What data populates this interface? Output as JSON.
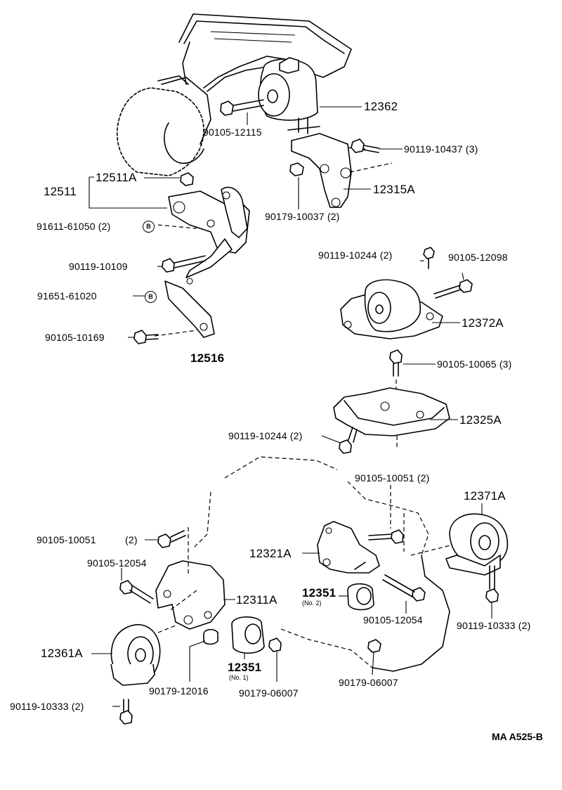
{
  "diagram_code": "MA A525-B",
  "bubble_letter": "B",
  "labels": {
    "p12362": "12362",
    "p90105_12115": "90105-12115",
    "p90119_10437": "90119-10437 (3)",
    "p12511A": "12511A",
    "p12511": "12511",
    "p12315A": "12315A",
    "p90179_10037": "90179-10037 (2)",
    "p91611_61050": "91611-61050 (2)",
    "p90119_10109": "90119-10109",
    "p90119_10244_top": "90119-10244 (2)",
    "p90105_12098": "90105-12098",
    "p91651_61020": "91651-61020",
    "p12372A": "12372A",
    "p90105_10169": "90105-10169",
    "p12516": "12516",
    "p90105_10065": "90105-10065 (3)",
    "p12325A": "12325A",
    "p90119_10244_mid": "90119-10244 (2)",
    "p90105_10051_right": "90105-10051 (2)",
    "p12371A": "12371A",
    "p90105_10051_left_num": "90105-10051",
    "p90105_10051_left_qty": "(2)",
    "p12321A": "12321A",
    "p90105_12054_left": "90105-12054",
    "p12311A": "12311A",
    "p12351_no2": "12351",
    "p12351_no2_sub": "(No. 2)",
    "p90105_12054_right": "90105-12054",
    "p90119_10333_right": "90119-10333 (2)",
    "p12361A": "12361A",
    "p12351_no1": "12351",
    "p12351_no1_sub": "(No. 1)",
    "p90179_12016": "90179-12016",
    "p90179_06007_left": "90179-06007",
    "p90179_06007_right": "90179-06007",
    "p90119_10333_left": "90119-10333 (2)"
  }
}
